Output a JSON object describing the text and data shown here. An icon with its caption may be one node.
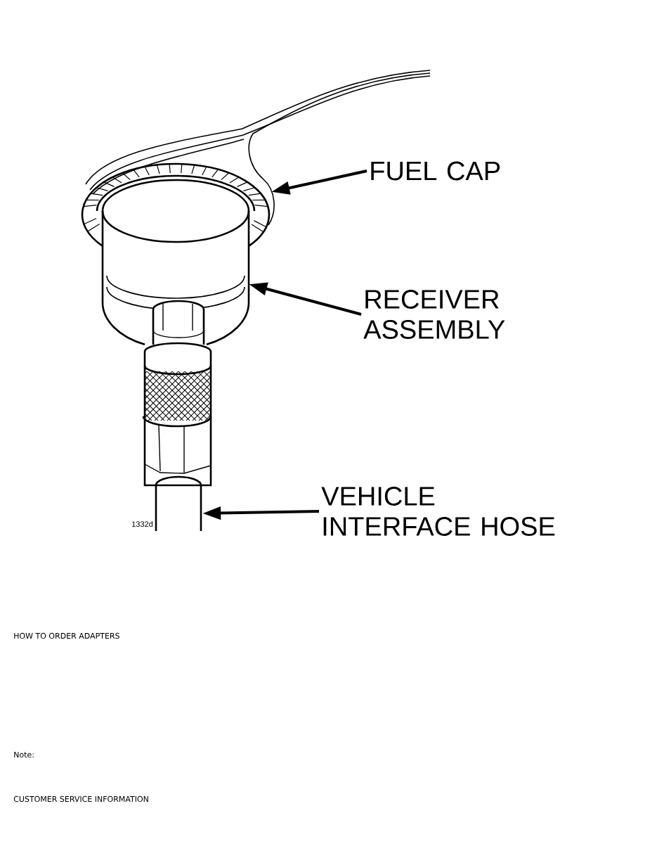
{
  "diagram": {
    "nodes": [
      {
        "text": [
          "FUEL CAP"
        ]
      },
      {
        "text": [
          "RECEIVER ASSEMBLY"
        ]
      },
      {
        "text": [
          "VEHICLE INTERFACE HOSE"
        ]
      },
      {
        "text": [],
        "shape": "picture"
      },
      {
        "text": [],
        "shape": "picture"
      },
      {
        "text": [],
        "shape": "picture"
      }
    ],
    "edges": [
      {
        "from": 0,
        "to": 3,
        "arrow": "to"
      },
      {
        "from": 1,
        "to": 4,
        "arrow": "to"
      },
      {
        "from": 2,
        "to": 5,
        "arrow": "to"
      }
    ],
    "labels": [
      "1332d",
      "HOW TO ORDER ADAPTERS",
      "Note:",
      "CUSTOMER SERVICE INFORMATION"
    ]
  }
}
